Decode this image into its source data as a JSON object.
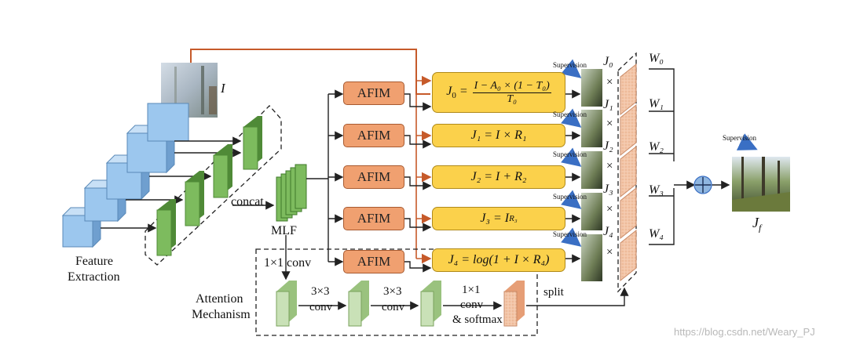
{
  "labels": {
    "input": "I",
    "feature_extraction_line1": "Feature",
    "feature_extraction_line2": "Extraction",
    "concat": "concat",
    "mlf": "MLF",
    "conv1x1": "1×1  conv",
    "attention_line1": "Attention",
    "attention_line2": "Mechanism",
    "conv3x3_a_line1": "3×3",
    "conv3x3_a_line2": "conv",
    "conv3x3_b_line1": "3×3",
    "conv3x3_b_line2": "conv",
    "conv_final_line1": "1×1",
    "conv_final_line2": "conv",
    "conv_final_line3": "& softmax",
    "split": "split",
    "supervision": "Supervision",
    "output": "J",
    "output_sub": "f",
    "watermark": "https://blog.csdn.net/Weary_PJ"
  },
  "afim": [
    "AFIM",
    "AFIM",
    "AFIM",
    "AFIM",
    "AFIM"
  ],
  "equations": {
    "j0_lhs": "J",
    "j0_lhs_sub": "0",
    "j0_num": "I − A₀ × (1 − T₀)",
    "j0_den": "T₀",
    "j1": "J₁ = I × R₁",
    "j2": "J₂ = I + R₂",
    "j3": "J₃ = I",
    "j3_sup": "R₃",
    "j4": "J₄ = log(1 + I × R₄)"
  },
  "outputs_j": [
    "J₀",
    "J₁",
    "J₂",
    "J₃",
    "J₄"
  ],
  "times": [
    "×",
    "×",
    "×",
    "×",
    "×"
  ],
  "weights": [
    "W₀",
    "W₁",
    "W₂",
    "W₃",
    "W₄"
  ],
  "plus": "+",
  "colors": {
    "blue_cube": "#9cc7ee",
    "green_block": "#7dbb5e",
    "light_green_block": "#c9e1b7",
    "afim": "#f0a070",
    "equation": "#fbd14b",
    "orange_line": "#c65a2a",
    "weight_map": "#f1c3a6"
  }
}
